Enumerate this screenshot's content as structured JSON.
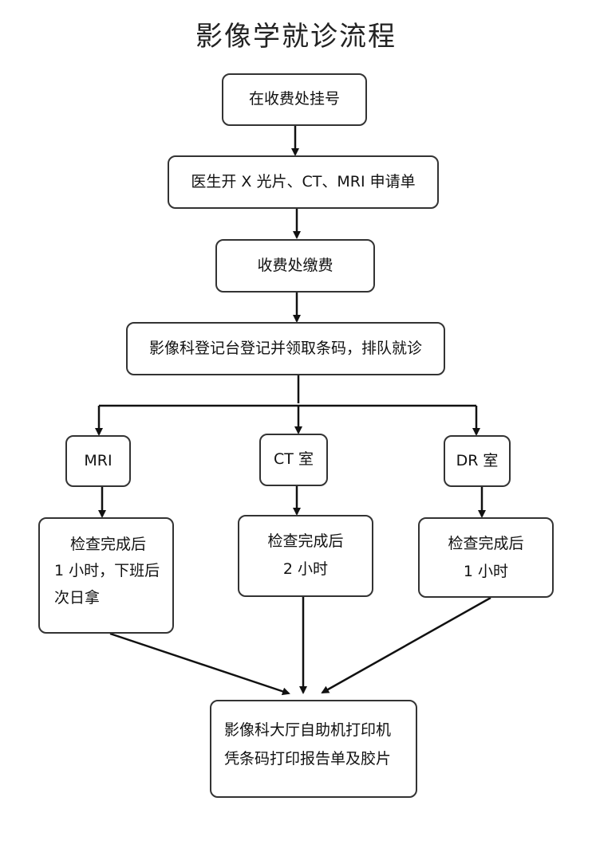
{
  "title": "影像学就诊流程",
  "steps": {
    "register": "在收费处挂号",
    "doctor": "医生开 X 光片、CT、MRI 申请单",
    "pay": "收费处缴费",
    "checkin": "影像科登记台登记并领取条码，排队就诊"
  },
  "branches": {
    "mri": {
      "label": "MRI",
      "lines": [
        "检查完成后",
        "1 小时，下班后",
        "次日拿"
      ]
    },
    "ct": {
      "label": "CT 室",
      "lines": [
        "检查完成后",
        "2 小时"
      ]
    },
    "dr": {
      "label": "DR 室",
      "lines": [
        "检查完成后",
        "1 小时"
      ]
    }
  },
  "final": {
    "lines": [
      "影像科大厅自助机打印机",
      "凭条码打印报告单及胶片"
    ]
  }
}
